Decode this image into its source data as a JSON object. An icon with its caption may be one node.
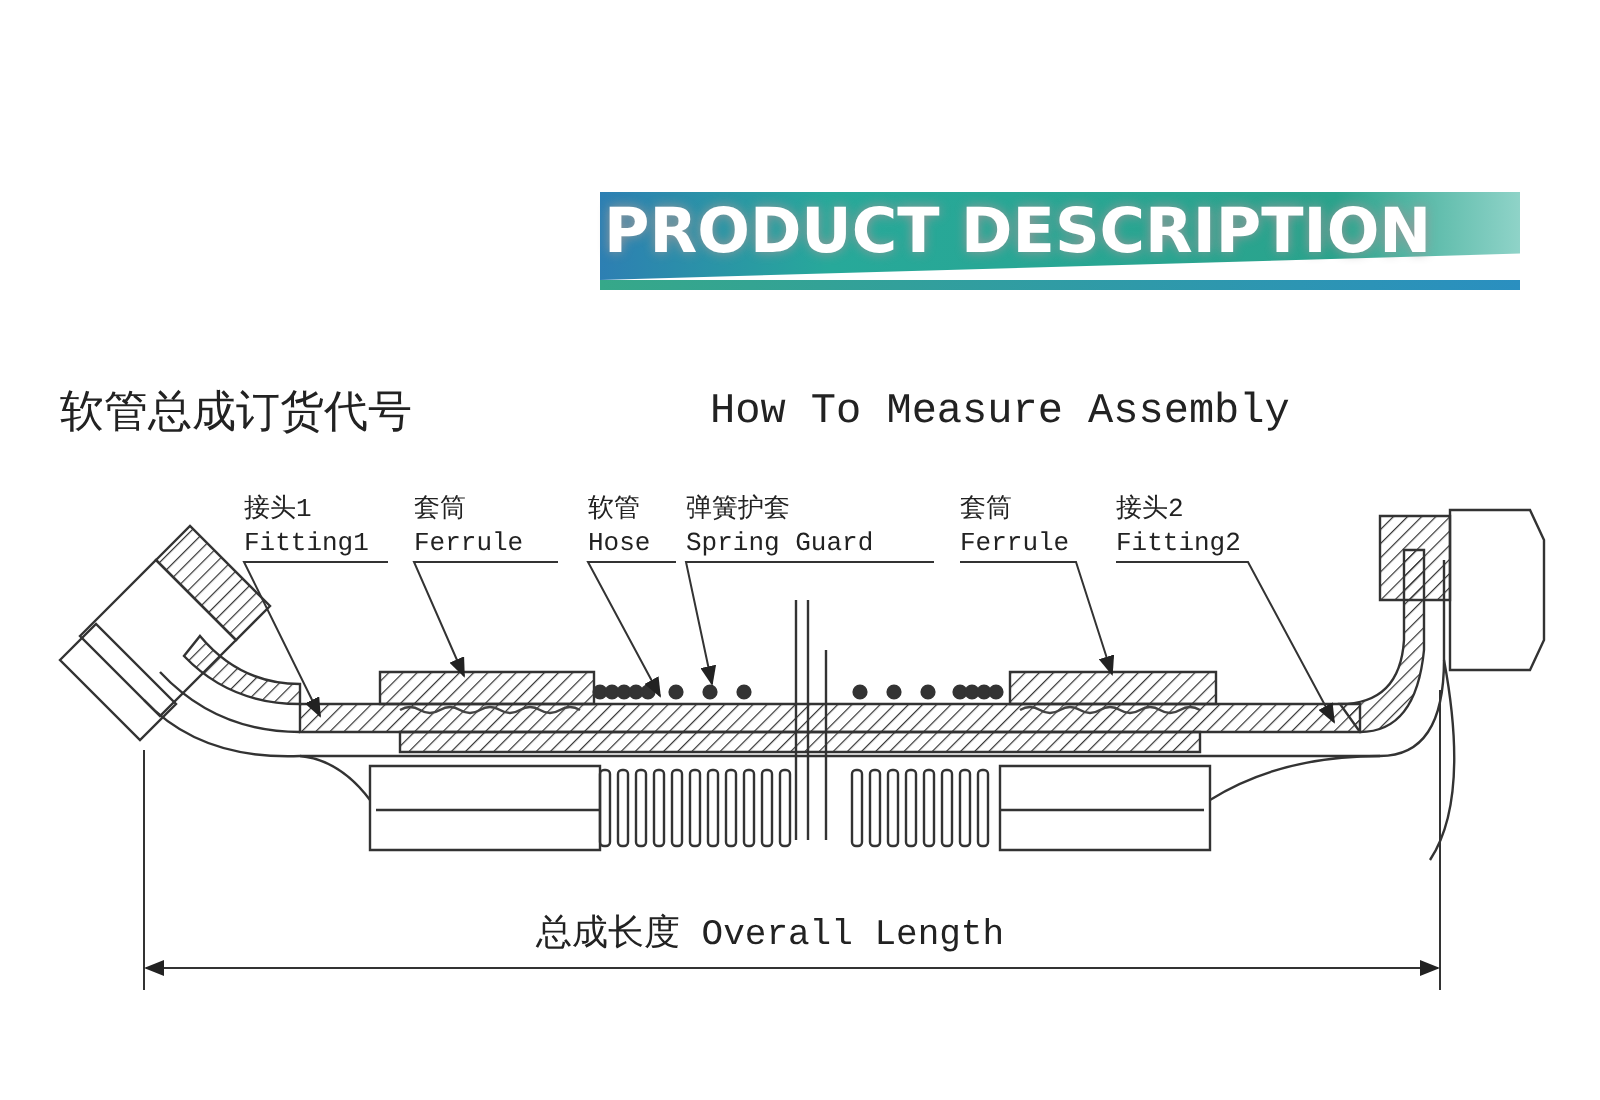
{
  "diagram": {
    "title": "PRODUCT DESCRIPTION",
    "nodes": [
      {
        "text": [
          "接头1",
          "Fitting1"
        ]
      },
      {
        "text": [
          "套筒",
          "Ferrule"
        ]
      },
      {
        "text": [
          "软管",
          "Hose"
        ]
      },
      {
        "text": [
          "弹簧护套",
          "Spring Guard"
        ]
      },
      {
        "text": [
          "套筒",
          "Ferrule"
        ]
      },
      {
        "text": [
          "接头2",
          "Fitting2"
        ]
      }
    ],
    "edges": [
      {
        "from": 0,
        "to": null,
        "arrow": "to"
      },
      {
        "from": 1,
        "to": null,
        "arrow": "to"
      },
      {
        "from": 2,
        "to": null,
        "arrow": "to"
      },
      {
        "from": 3,
        "to": null,
        "arrow": "to"
      },
      {
        "from": 4,
        "to": null,
        "arrow": "to"
      },
      {
        "from": 5,
        "to": null,
        "arrow": "to"
      }
    ],
    "labels": [
      "软管总成订货代号",
      "How To Measure Assembly",
      "总成长度 Overall Length"
    ]
  }
}
